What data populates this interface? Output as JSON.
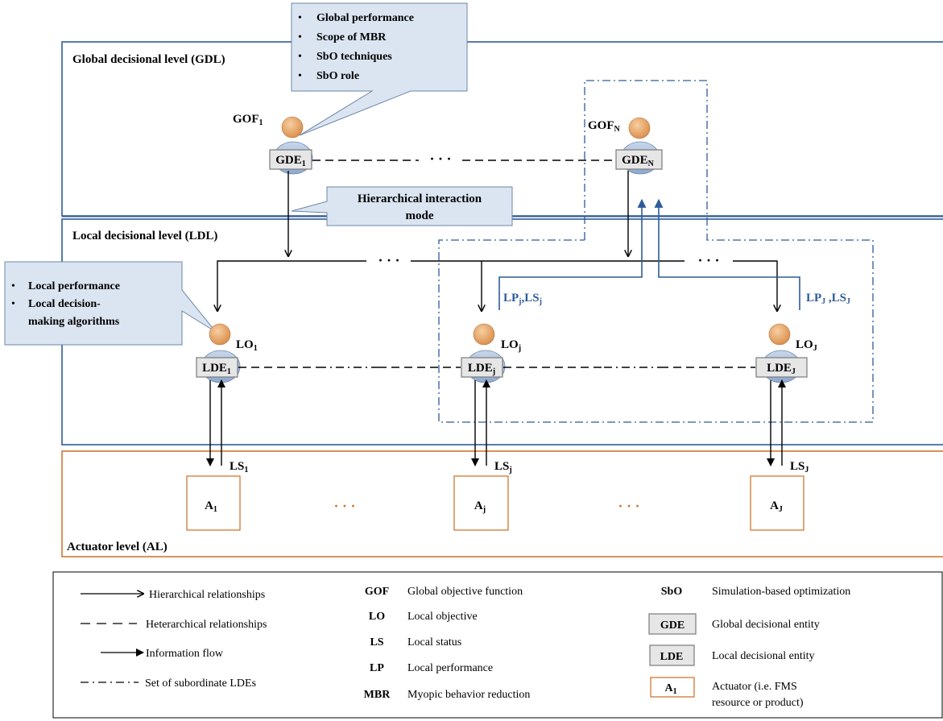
{
  "levels": {
    "gdl": "Global decisional level (GDL)",
    "ldl": "Local decisional level (LDL)",
    "al": "Actuator level (AL)"
  },
  "callouts": {
    "global": [
      "Global performance",
      "Scope of MBR",
      "SbO techniques",
      "SbO role"
    ],
    "hierarchical_mode_1": "Hierarchical interaction",
    "hierarchical_mode_2": "mode",
    "local": [
      "Local performance",
      "Local decision-",
      "making algorithms"
    ]
  },
  "global_entities": [
    {
      "objective": "GOF",
      "objective_sub": "1",
      "entity": "GDE",
      "entity_sub": "1"
    },
    {
      "objective": "GOF",
      "objective_sub": "N",
      "entity": "GDE",
      "entity_sub": "N"
    }
  ],
  "local_entities": [
    {
      "objective": "LO",
      "sub": "1",
      "entity": "LDE",
      "status": "LS",
      "actuator": "A"
    },
    {
      "objective": "LO",
      "sub": "j",
      "entity": "LDE",
      "status": "LS",
      "actuator": "A"
    },
    {
      "objective": "LO",
      "sub": "J",
      "entity": "LDE",
      "status": "LS",
      "actuator": "A"
    }
  ],
  "feedback_labels": [
    {
      "lp": "LP",
      "ls": "LS",
      "sub": "j",
      "sep": ","
    },
    {
      "lp": "LP",
      "ls": "LS",
      "sub": "J",
      "sep": " ,"
    }
  ],
  "ellipsis": "· · ·",
  "legend": {
    "col1": [
      "Hierarchical relationships",
      "Heterarchical relationships",
      "Information flow",
      "Set of subordinate LDEs"
    ],
    "col2": [
      {
        "abbr": "GOF",
        "text": "Global objective function"
      },
      {
        "abbr": "LO",
        "text": "Local objective"
      },
      {
        "abbr": "LS",
        "text": "Local status"
      },
      {
        "abbr": "LP",
        "text": "Local performance"
      },
      {
        "abbr": "MBR",
        "text": "Myopic behavior reduction"
      }
    ],
    "col3": [
      {
        "abbr": "SbO",
        "text": "Simulation-based optimization"
      },
      {
        "abbr": "GDE",
        "text": "Global decisional entity"
      },
      {
        "abbr": "LDE",
        "text": "Local decisional entity"
      },
      {
        "abbr": "A",
        "abbr_sub": "1",
        "text": "Actuator (i.e. FMS",
        "text2": "resource or product)"
      }
    ]
  },
  "colors": {
    "blue_frame": "#2e5b9a",
    "blue_dark": "#1f3f73",
    "orange": "#d2772e",
    "callout_fill": "#dbe5f1",
    "callout_stroke": "#6d87a8",
    "entity_fill": "#e6e6e6",
    "head": "#e4a46a",
    "body": "#a9bedb"
  }
}
